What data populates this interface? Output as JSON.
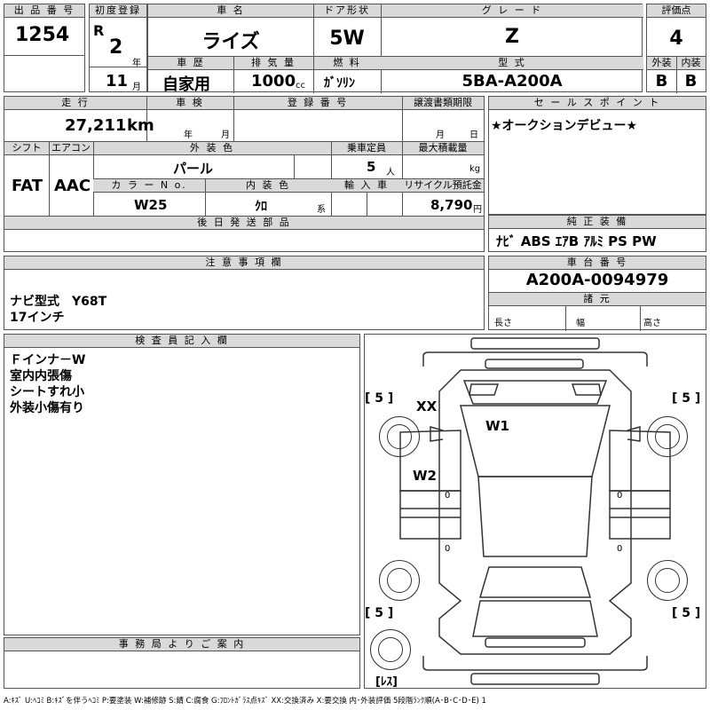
{
  "header": {
    "lot_no_label": "出 品 番 号",
    "lot_no": "1254",
    "first_reg_label": "初度登録",
    "era": "R",
    "year": "2",
    "year_unit": "年",
    "month": "11",
    "month_unit": "月",
    "car_name_label": "車 名",
    "car_name": "ライズ",
    "door_label": "ドア形状",
    "door": "5W",
    "grade_label": "グ レ ー ド",
    "grade": "Z",
    "score_label": "評価点",
    "score": "4",
    "history_label": "車 歴",
    "history": "自家用",
    "displacement_label": "排 気 量",
    "displacement": "1000",
    "displacement_unit": "cc",
    "fuel_label": "燃 料",
    "fuel": "ｶﾞｿﾘﾝ",
    "model_label": "型 式",
    "model": "5BA-A200A",
    "ext_label": "外装",
    "ext_grade": "B",
    "int_label": "内装",
    "int_grade": "B"
  },
  "row2": {
    "mileage_label": "走 行",
    "mileage": "27,211",
    "mileage_unit": "km",
    "inspection_label": "車 検",
    "inspection_year_unit": "年",
    "inspection_month_unit": "月",
    "reg_no_label": "登 録 番 号",
    "transfer_label": "譲渡書類期限",
    "transfer_month_unit": "月",
    "transfer_day_unit": "日",
    "shift_label": "シフト",
    "shift": "FAT",
    "ac_label": "エアコン",
    "ac": "AAC",
    "ext_color_label": "外 装 色",
    "ext_color": "パール",
    "capacity_label": "乗車定員",
    "capacity": "5",
    "capacity_unit": "人",
    "max_load_label": "最大積載量",
    "max_load_unit": "kg",
    "color_no_label": "カ ラ ー N o.",
    "color_no": "W25",
    "int_color_label": "内 装 色",
    "int_color": "ｸﾛ",
    "int_color_unit": "系",
    "import_label": "輸 入 車",
    "recycle_label": "リサイクル預託金",
    "recycle": "8,790",
    "recycle_unit": "円",
    "later_parts_label": "後 日 発 送 部 品"
  },
  "sales": {
    "label": "セ ー ル ス ポ イ ン ト",
    "text": "★オークションデビュー★"
  },
  "equipment": {
    "label": "純 正 装 備",
    "text": "ﾅﾋﾞ ABS ｴｱB ｱﾙﾐ PS PW"
  },
  "notes": {
    "label": "注 意 事 項 欄",
    "lines": [
      "ナビ型式　Y68T",
      "17インチ"
    ]
  },
  "chassis": {
    "label": "車 台 番 号",
    "value": "A200A-0094979",
    "specs_label": "諸 元",
    "length_label": "長さ",
    "width_label": "幅",
    "height_label": "高さ"
  },
  "inspector": {
    "label": "検 査 員 記 入 欄",
    "lines": [
      "Ｆインナ－W",
      "室内内張傷",
      "シートすれ小",
      "外装小傷有り"
    ]
  },
  "office": {
    "label": "事 務 局 よ り ご 案 内"
  },
  "diagram": {
    "tread_fl": "[ 5 ]",
    "tread_fr": "[ 5 ]",
    "tread_rl": "[ 5 ]",
    "tread_rr": "[ 5 ]",
    "spare": "[ﾚｽ]",
    "mark_xx": "XX",
    "mark_w1": "W1",
    "mark_w2": "W2",
    "zero1": "0",
    "zero2": "0",
    "zero3": "0",
    "zero4": "0"
  },
  "legend": "A:ｷｽﾞ  U:ﾍｺﾐ  B:ｷｽﾞを伴うﾍｺﾐ  P:要塗装  W:補修跡  S:錆  C:腐食  G:ﾌﾛﾝﾄｶﾞﾗｽ点ｷｽﾞ  XX:交換済み  X:要交換  内･外装評価  5段階ﾗﾝｸ順(A･B･C･D･E)  1"
}
